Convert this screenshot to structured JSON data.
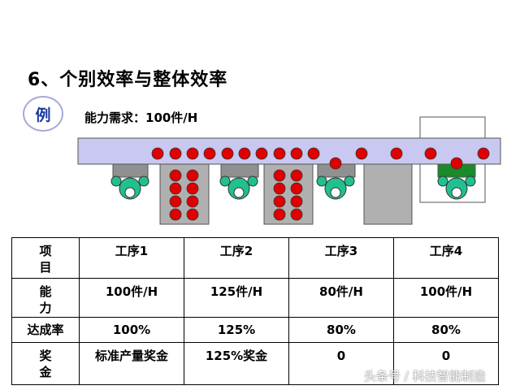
{
  "title": "6、个别效率与整体效率",
  "example_badge": "例",
  "demand_label": "能力需求：100件/H",
  "colors": {
    "conveyor": "#c8c8f0",
    "part": "#e00000",
    "worker": "#20c090",
    "station": "#909090",
    "station_final": "#1a8a2a"
  },
  "table": {
    "headers": [
      "项\n目",
      "工序1",
      "工序2",
      "工序3",
      "工序4"
    ],
    "rows": [
      [
        "能\n力",
        "100件/H",
        "125件/H",
        "80件/H",
        "100件/H"
      ],
      [
        "达成率",
        "100%",
        "125%",
        "80%",
        "80%"
      ],
      [
        "奖\n金",
        "标准产量奖金",
        "125%奖金",
        "0",
        "0"
      ]
    ]
  },
  "watermark": "头条号 / 科技智能制造"
}
